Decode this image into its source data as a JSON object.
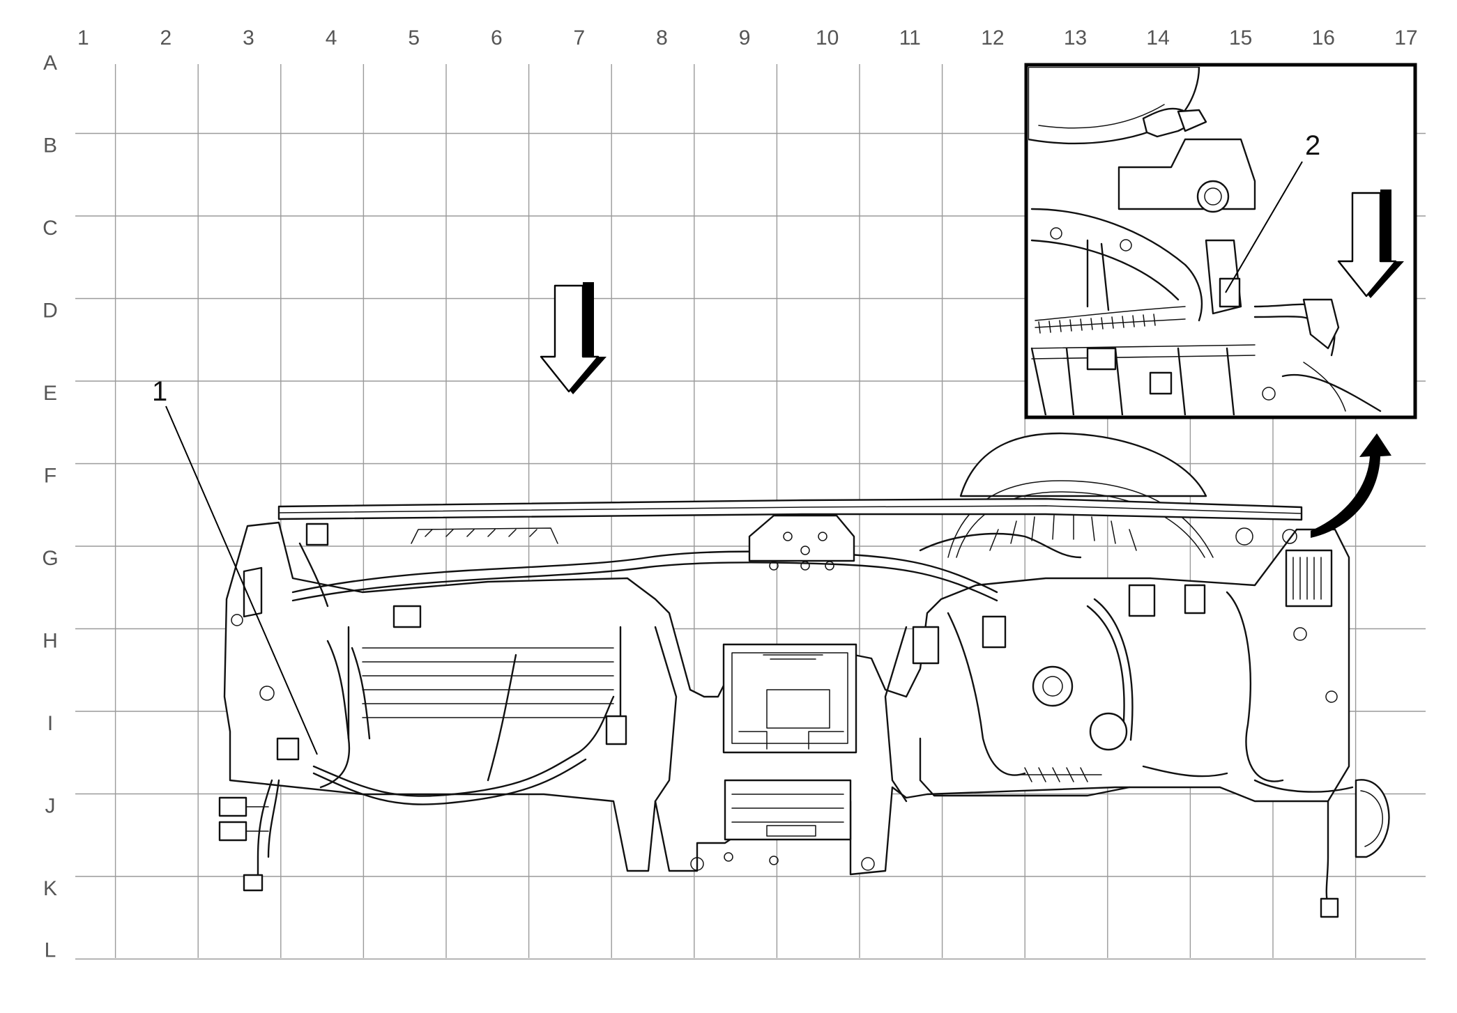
{
  "grid": {
    "columns": [
      "1",
      "2",
      "3",
      "4",
      "5",
      "6",
      "7",
      "8",
      "9",
      "10",
      "11",
      "12",
      "13",
      "14",
      "15",
      "16",
      "17"
    ],
    "rows": [
      "A",
      "B",
      "C",
      "D",
      "E",
      "F",
      "G",
      "H",
      "I",
      "J",
      "K",
      "L"
    ]
  },
  "callouts": [
    {
      "id": "1",
      "label": "1"
    },
    {
      "id": "2",
      "label": "2"
    }
  ],
  "colors": {
    "grid_line": "#9a9a9a",
    "grid_label": "#555555",
    "drawing": "#111111"
  },
  "icons": [
    "view-direction-arrow-icon",
    "inset-view-direction-arrow-icon",
    "inset-reference-curved-arrow-icon"
  ]
}
